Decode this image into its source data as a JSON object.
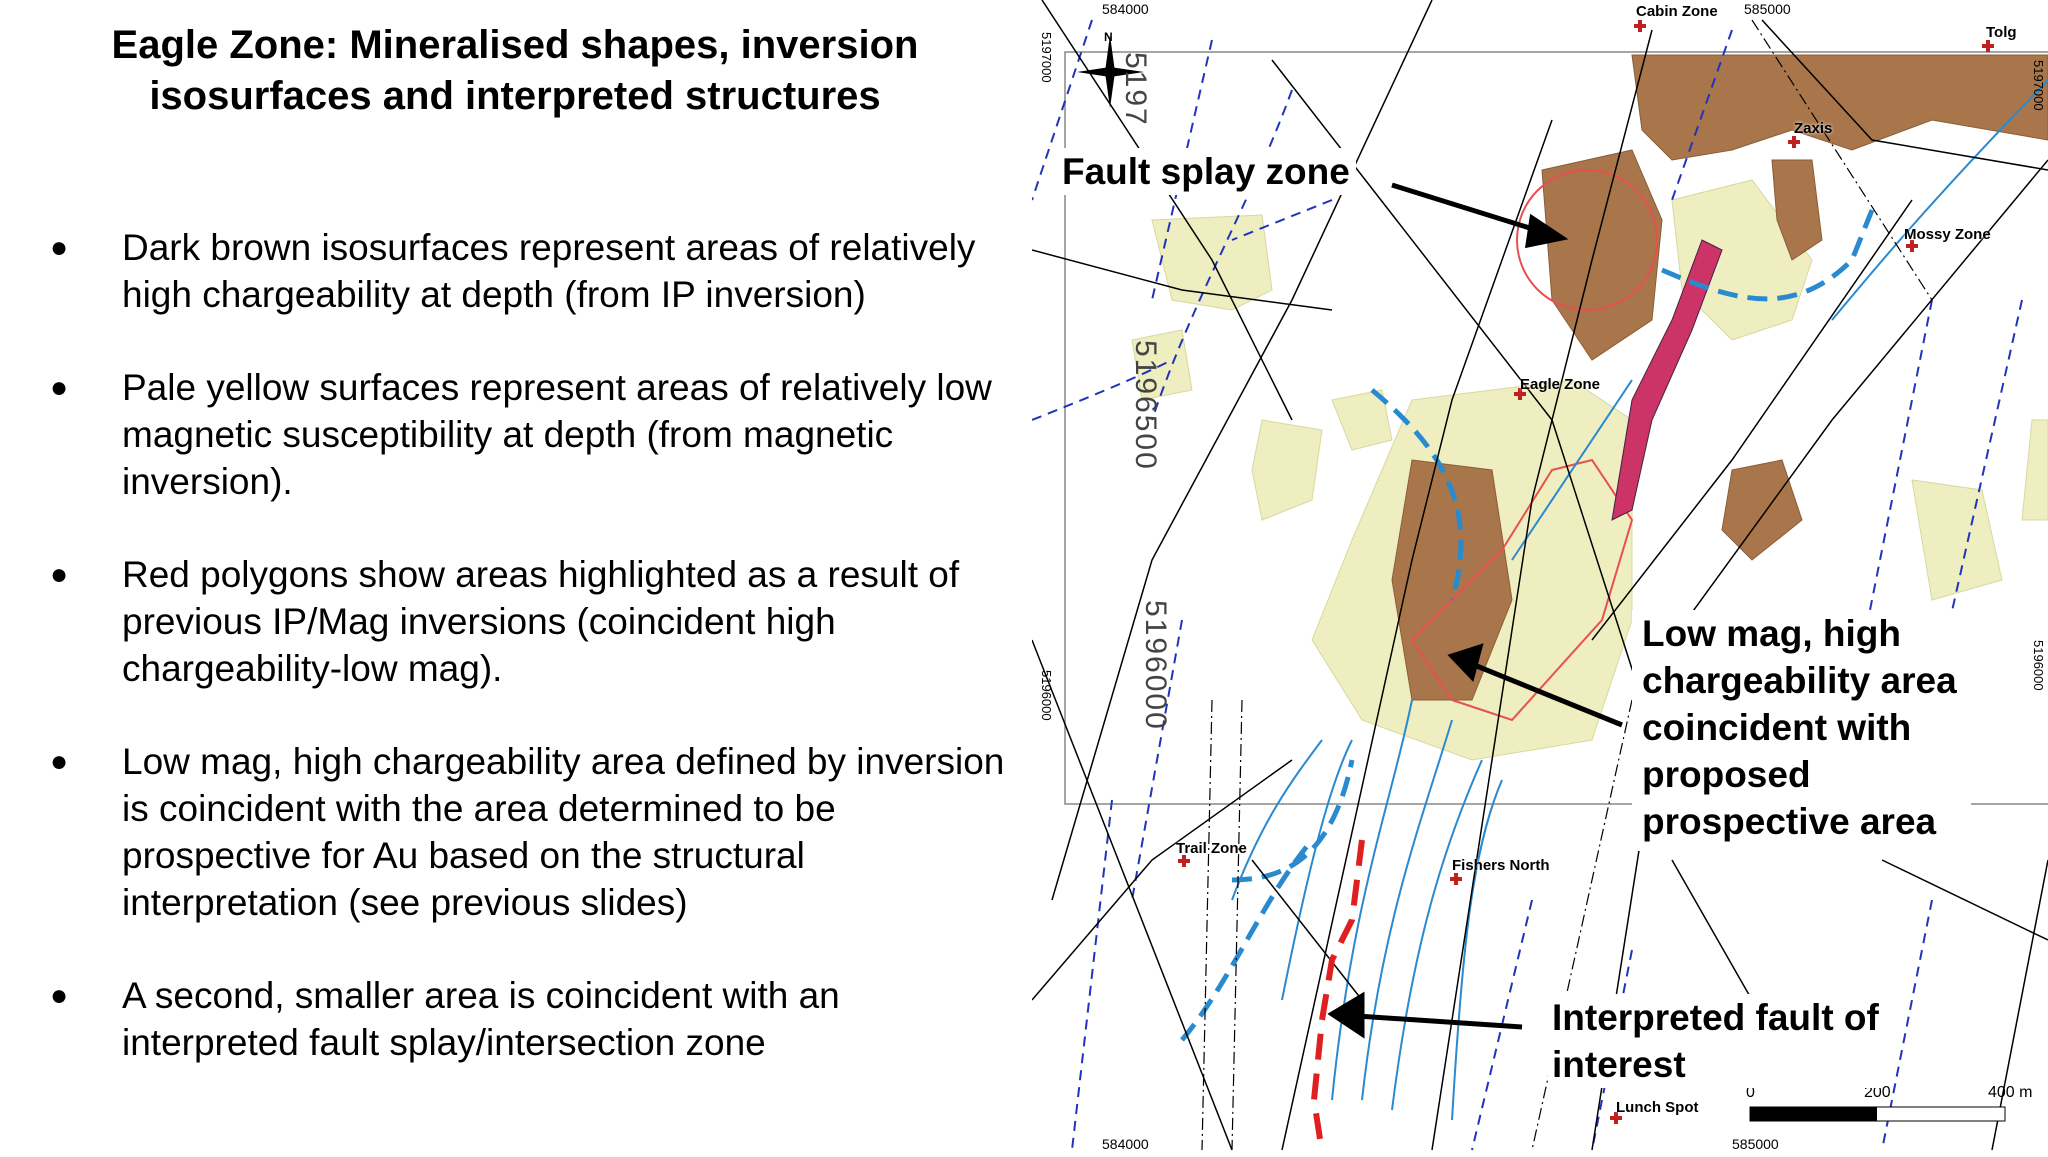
{
  "title": "Eagle Zone: Mineralised shapes, inversion isosurfaces and interpreted structures",
  "bullets": [
    "Dark brown isosurfaces represent areas of relatively high chargeability at depth (from IP inversion)",
    "Pale yellow surfaces represent areas of relatively low magnetic susceptibility at depth (from magnetic inversion).",
    "Red polygons show areas highlighted as a result of previous IP/Mag inversions (coincident high chargeability-low mag).",
    "Low mag, high chargeability area defined by inversion is coincident with the area determined to be prospective for Au based on the structural interpretation (see previous slides)",
    "A second, smaller area is coincident with an interpreted fault splay/intersection zone"
  ],
  "map": {
    "callouts": {
      "fault_splay": "Fault splay zone",
      "low_mag": [
        "Low mag, high",
        "chargeability area",
        "coincident with",
        "proposed",
        "prospective area"
      ],
      "fault_interest": [
        "Interpreted fault of",
        "interest"
      ]
    },
    "places": {
      "cabin": "Cabin Zone",
      "tolg": "Tolg",
      "zaxis": "Zaxis",
      "mossy": "Mossy Zone",
      "eagle": "Eagle Zone",
      "trail": "Trail Zone",
      "fishers": "Fishers North",
      "lunch": "Lunch Spot"
    },
    "grid": {
      "e_top_left": "584000",
      "e_top_right": "585000",
      "e_bot_left": "584000",
      "e_bot_right": "585000",
      "n_left_top": "5197000",
      "n_left_bot": "5196000",
      "n_right_top": "5197000",
      "n_right_bot": "5196000",
      "n_inner_1": "5197",
      "n_inner_2": "5196500",
      "n_inner_3": "5196000"
    },
    "north": "N",
    "scale": {
      "s0": "0",
      "s1": "200",
      "s2": "400 m"
    },
    "colors": {
      "brown": "#a8764a",
      "yellow": "#eeeec0",
      "blue": "#2a8ad0",
      "dashblue": "#2233bb",
      "red": "#e02020"
    }
  }
}
